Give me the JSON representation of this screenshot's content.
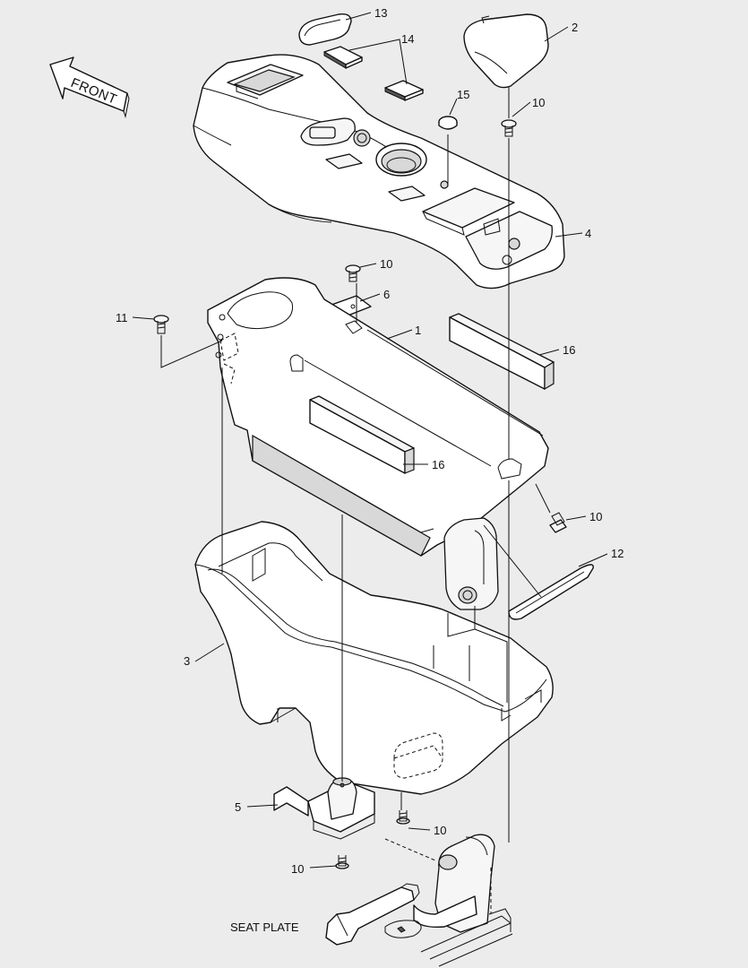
{
  "diagram": {
    "direction_label": "FRONT",
    "callouts": {
      "c1": "1",
      "c2": "2",
      "c3": "3",
      "c4": "4",
      "c5": "5",
      "c6": "6",
      "c10a": "10",
      "c10b": "10",
      "c10c": "10",
      "c10d": "10",
      "c10e": "10",
      "c11": "11",
      "c12": "12",
      "c13": "13",
      "c14": "14",
      "c15": "15",
      "c16a": "16",
      "c16b": "16"
    },
    "seat_plate_label": "SEAT PLATE"
  }
}
